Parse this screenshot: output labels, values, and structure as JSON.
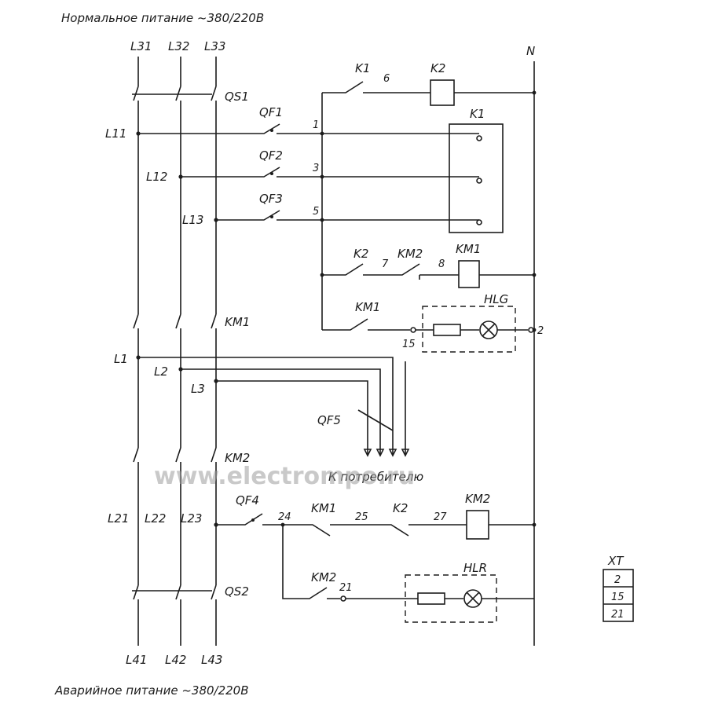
{
  "title_top": "Нормальное питание ~380/220В",
  "title_bottom": "Аварийное питание ~380/220В",
  "watermark": "www.electrompo.ru",
  "consumer_label": "К потребителю",
  "top_phases": [
    "L31",
    "L32",
    "L33"
  ],
  "mid_phases": [
    "L11",
    "L12",
    "L13"
  ],
  "load_phases": [
    "L1",
    "L2",
    "L3"
  ],
  "backup_phases": [
    "L21",
    "L22",
    "L23"
  ],
  "bottom_phases": [
    "L41",
    "L42",
    "L43"
  ],
  "neutral": "N",
  "devices": {
    "qs1": "QS1",
    "qs2": "QS2",
    "qf1": "QF1",
    "qf2": "QF2",
    "qf3": "QF3",
    "qf4": "QF4",
    "qf5": "QF5",
    "k1_contact": "K1",
    "k2_coil": "K2",
    "k1_relay": "K1",
    "k2_contact": "K2",
    "km2_contact": "KM2",
    "km1_coil": "KM1",
    "km1_contact": "KM1",
    "hlg": "HLG",
    "km1_main": "KM1",
    "km2_main": "KM2",
    "km1_contact2": "KM1",
    "k2_contact2": "K2",
    "km2_coil": "KM2",
    "km2_contact2": "KM2",
    "hlr": "HLR"
  },
  "nodes": [
    "6",
    "1",
    "3",
    "5",
    "7",
    "8",
    "2",
    "15",
    "24",
    "25",
    "27",
    "21"
  ],
  "terminal_block": {
    "title": "XT",
    "terminals": [
      "2",
      "15",
      "21"
    ]
  }
}
